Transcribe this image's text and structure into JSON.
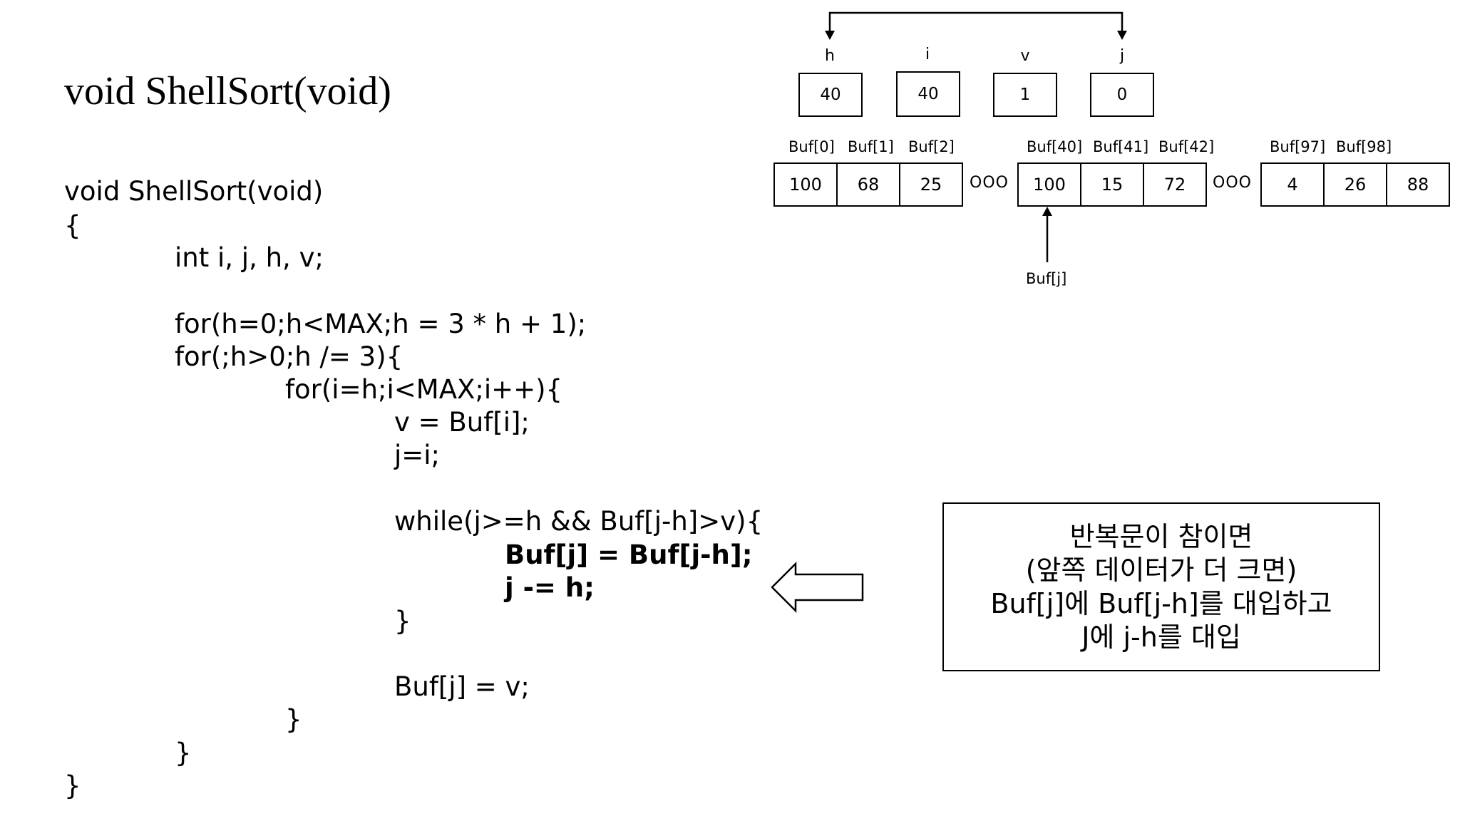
{
  "title": "void ShellSort(void)",
  "code": [
    "void ShellSort(void)",
    "{",
    "int i, j, h, v;",
    "for(h=0;h<MAX;h = 3 * h + 1);",
    "for(;h>0;h /= 3){",
    "for(i=h;i<MAX;i++){",
    "v = Buf[i];",
    "j=i;",
    "while(j>=h && Buf[j-h]>v){",
    "Buf[j] = Buf[j-h];",
    "j -= h;",
    "}",
    "Buf[j] = v;",
    "}",
    "}",
    "}"
  ],
  "variables": [
    {
      "name": "h",
      "value": "40"
    },
    {
      "name": "i",
      "value": "40"
    },
    {
      "name": "v",
      "value": "1"
    },
    {
      "name": "j",
      "value": "0"
    }
  ],
  "buffer": {
    "groups": [
      {
        "labels": [
          "Buf[0]",
          "Buf[1]",
          "Buf[2]"
        ],
        "values": [
          "100",
          "68",
          "25"
        ]
      },
      {
        "labels": [
          "Buf[40]",
          "Buf[41]",
          "Buf[42]"
        ],
        "values": [
          "100",
          "15",
          "72"
        ]
      },
      {
        "labels": [
          "Buf[97]",
          "Buf[98]"
        ],
        "values": [
          "4",
          "26",
          "88"
        ]
      }
    ],
    "ellipsis": "OOO",
    "pointer_label": "Buf[j]"
  },
  "note": {
    "lines": [
      "반복문이 참이면",
      "(앞쪽 데이터가 더 크면)",
      "Buf[j]에 Buf[j-h]를 대입하고",
      "J에 j-h를 대입"
    ]
  }
}
